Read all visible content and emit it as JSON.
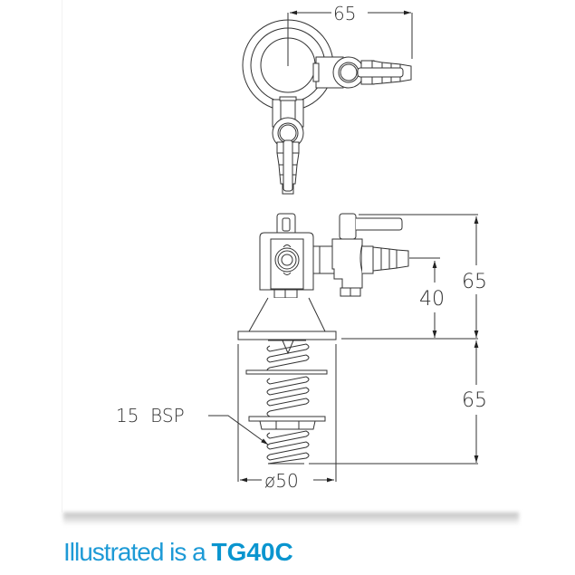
{
  "drawing": {
    "top_view": {
      "dim_width": "65"
    },
    "side_view": {
      "dim_total_height": "65",
      "dim_outlet_height": "40",
      "dim_thread_length": "65",
      "dim_diameter": "ø50",
      "thread_label": "15  BSP"
    }
  },
  "caption": {
    "prefix": "Illustrated is a ",
    "model": "TG40C"
  },
  "colors": {
    "caption": "#1d9ad6",
    "line": "#333333",
    "shadow": "#bdbdbd"
  }
}
